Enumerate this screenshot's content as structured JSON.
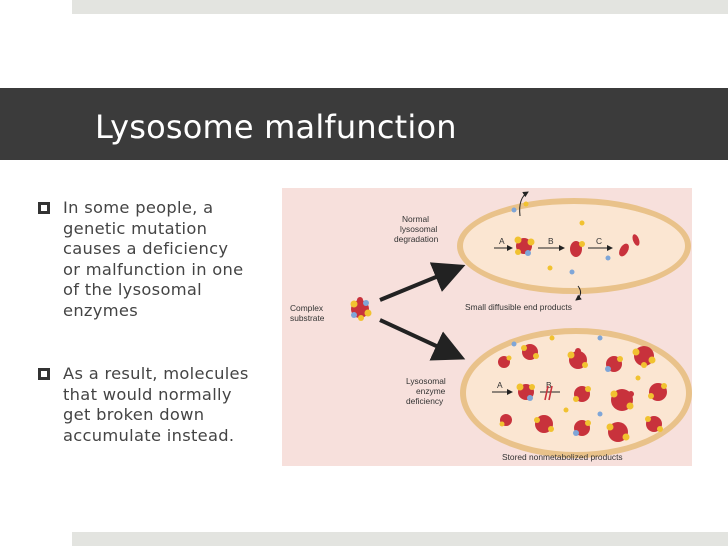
{
  "slide": {
    "title": "Lysosome malfunction",
    "bullets": [
      "In some people, a\ngenetic mutation\ncauses a deficiency\nor malfunction in one\nof the lysosomal\nenzymes",
      "As a result, molecules\nthat would normally\nget broken down\naccumulate instead."
    ]
  },
  "figure": {
    "normal_label": [
      "Normal",
      "lysosomal",
      "degradation"
    ],
    "complex_label": [
      "Complex",
      "substrate"
    ],
    "small_products_label": "Small diffusible end products",
    "deficiency_label": [
      "Lysosomal",
      "enzyme",
      "deficiency"
    ],
    "stored_label": "Stored nonmetabolized products",
    "step_labels": [
      "A",
      "B",
      "C"
    ],
    "colors": {
      "background": "#f7e0dc",
      "membrane": "#e9c28a",
      "lumen": "#fbe6d2",
      "red": "#c8323c",
      "yellow": "#f1c230",
      "blue": "#7fa6d8"
    }
  }
}
